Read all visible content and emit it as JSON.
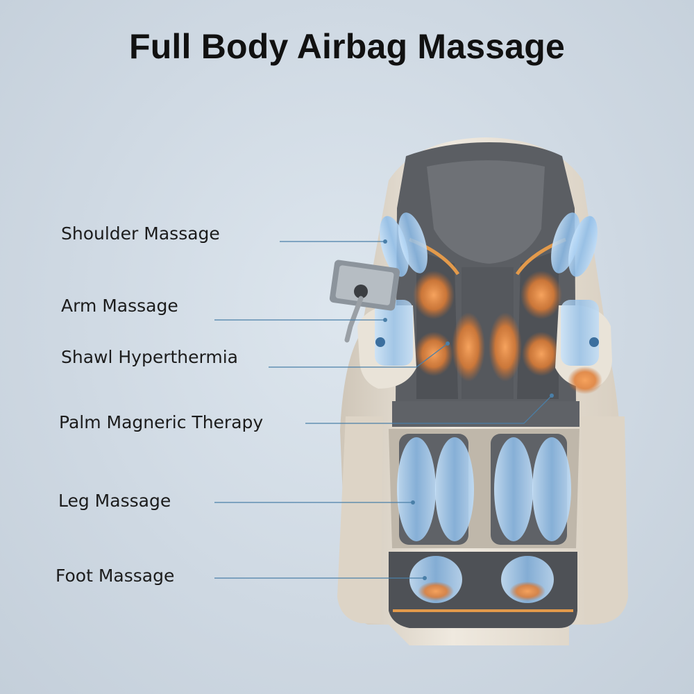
{
  "title": "Full Body Airbag Massage",
  "labels": [
    "Shoulder Massage",
    "Arm Massage",
    "Shawl Hyperthermia",
    "Palm Magneric Therapy",
    "Leg Massage",
    "Foot Massage"
  ],
  "colors": {
    "airbag": "#9ec9ef",
    "heat": "#f08a3a",
    "upholstery": "#5b5e63",
    "shell": "#e8e0d3",
    "accent": "#e39a4b"
  }
}
